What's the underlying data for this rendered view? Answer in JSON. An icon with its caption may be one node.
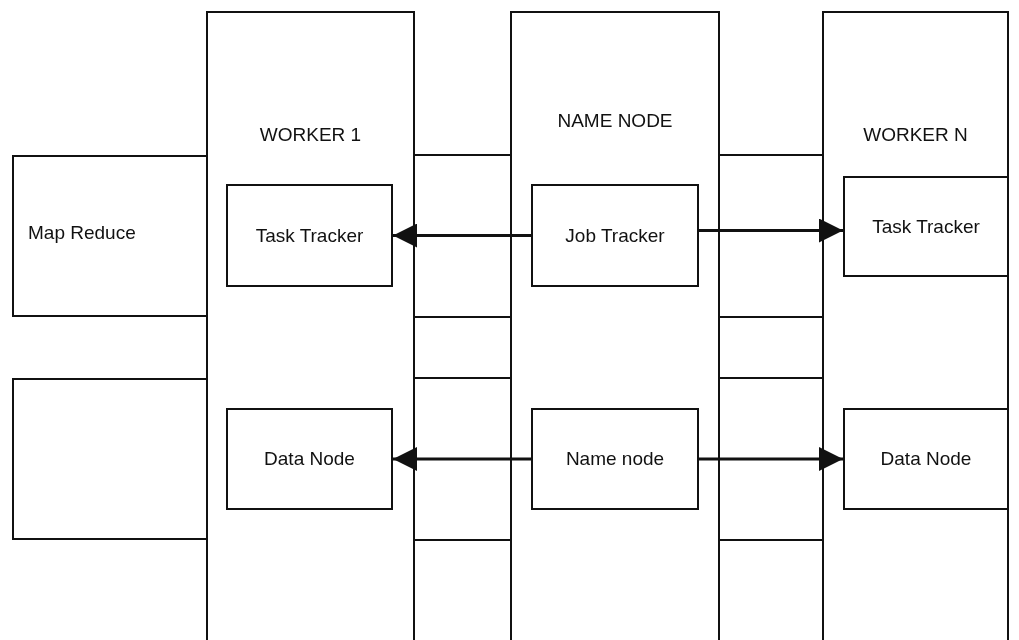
{
  "diagram": {
    "nodes": [
      {
        "text": [
          "Map Reduce"
        ]
      },
      {
        "text": [],
        "shape": "box"
      },
      {
        "text": [
          "WORKER 1"
        ]
      },
      {
        "text": [
          "Task Tracker"
        ],
        "in": 2
      },
      {
        "text": [
          "Data Node"
        ],
        "in": 2
      },
      {
        "text": [
          "NAME NODE"
        ]
      },
      {
        "text": [
          "Job Tracker"
        ],
        "in": 5
      },
      {
        "text": [
          "Name node"
        ],
        "in": 5
      },
      {
        "text": [
          "WORKER N"
        ]
      },
      {
        "text": [
          "Task Tracker"
        ],
        "in": 8
      },
      {
        "text": [
          "Data Node"
        ],
        "in": 8
      }
    ],
    "edges": [
      {
        "from": 6,
        "to": 3,
        "arrow": "to"
      },
      {
        "from": 6,
        "to": 9,
        "arrow": "to"
      },
      {
        "from": 7,
        "to": 4,
        "arrow": "to"
      },
      {
        "from": 7,
        "to": 10,
        "arrow": "to"
      }
    ]
  }
}
